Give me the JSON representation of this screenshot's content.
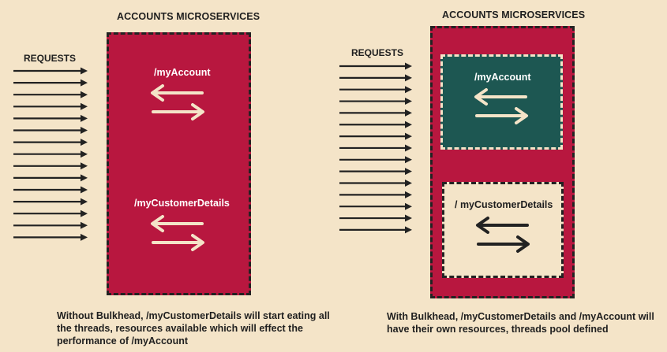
{
  "left_panel": {
    "title": "ACCOUNTS MICROSERVICES",
    "requests_label": "REQUESTS",
    "services": [
      "/myAccount",
      "/myCustomerDetails"
    ],
    "caption": "Without Bulkhead, /myCustomerDetails will start eating all the threads, resources available which will effect the performance of /myAccount"
  },
  "right_panel": {
    "title": "ACCOUNTS MICROSERVICES",
    "requests_label": "REQUESTS",
    "services": [
      "/myAccount",
      "/ myCustomerDetails"
    ],
    "caption": "With Bulkhead, /myCustomerDetails and /myAccount will have their own resources, threads pool defined"
  },
  "colors": {
    "background": "#f4e4c8",
    "microservice_box": "#b8173f",
    "isolated_pool": "#1d5752",
    "arrow_dark": "#222222",
    "arrow_light": "#f4e4c8"
  },
  "request_arrow_count": 15
}
